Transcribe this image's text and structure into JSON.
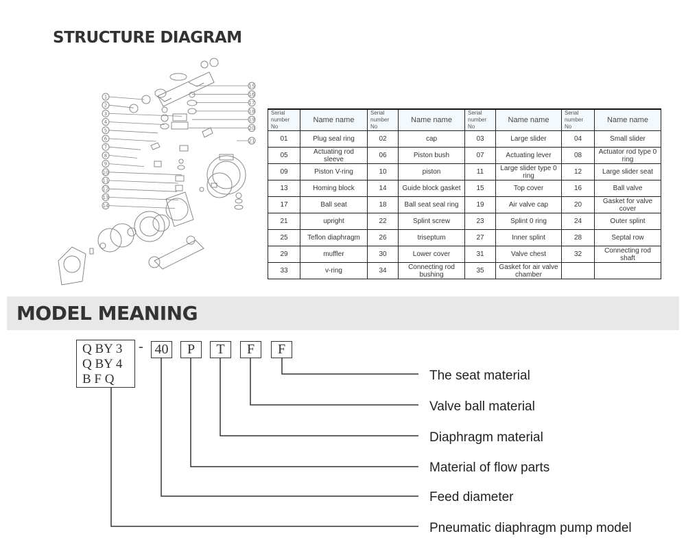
{
  "structure_title": "STRUCTURE DIAGRAM",
  "model_title": "MODEL MEANING",
  "diagram_callouts": [
    "1",
    "2",
    "3",
    "4",
    "5",
    "6",
    "7",
    "8",
    "9",
    "10",
    "11",
    "12",
    "13",
    "14",
    "15",
    "16",
    "17",
    "18",
    "19",
    "20",
    "21"
  ],
  "parts_table": {
    "headers": {
      "serial": "Serial number No",
      "name": "Name name"
    },
    "rows": [
      [
        [
          "01",
          "Plug seal ring"
        ],
        [
          "02",
          "cap"
        ],
        [
          "03",
          "Large slider"
        ],
        [
          "04",
          "Small slider"
        ]
      ],
      [
        [
          "05",
          "Actuating rod sleeve"
        ],
        [
          "06",
          "Piston bush"
        ],
        [
          "07",
          "Actuating lever"
        ],
        [
          "08",
          "Actuator rod type 0 ring"
        ]
      ],
      [
        [
          "09",
          "Piston V-ring"
        ],
        [
          "10",
          "piston"
        ],
        [
          "11",
          "Large slider type 0 ring"
        ],
        [
          "12",
          "Large slider seat"
        ]
      ],
      [
        [
          "13",
          "Homing block"
        ],
        [
          "14",
          "Guide block gasket"
        ],
        [
          "15",
          "Top cover"
        ],
        [
          "16",
          "Ball valve"
        ]
      ],
      [
        [
          "17",
          "Ball seat"
        ],
        [
          "18",
          "Ball seat seal ring"
        ],
        [
          "19",
          "Air valve cap"
        ],
        [
          "20",
          "Gasket for valve cover"
        ]
      ],
      [
        [
          "21",
          "upright"
        ],
        [
          "22",
          "Splint screw"
        ],
        [
          "23",
          "Splint 0 ring"
        ],
        [
          "24",
          "Outer splint"
        ]
      ],
      [
        [
          "25",
          "Teflon diaphragm"
        ],
        [
          "26",
          "triseptum"
        ],
        [
          "27",
          "Inner splint"
        ],
        [
          "28",
          "Septal row"
        ]
      ],
      [
        [
          "29",
          "muffler"
        ],
        [
          "30",
          "Lower cover"
        ],
        [
          "31",
          "Valve chest"
        ],
        [
          "32",
          "Connecting rod shaft"
        ]
      ],
      [
        [
          "33",
          "v-ring"
        ],
        [
          "34",
          "Connecting rod bushing"
        ],
        [
          "35",
          "Gasket for air valve chamber"
        ],
        [
          "",
          ""
        ]
      ]
    ]
  },
  "model": {
    "series_lines": [
      "Q BY 3",
      "Q BY 4",
      "B F Q"
    ],
    "dash": "-",
    "codes": [
      "40",
      "P",
      "T",
      "F",
      "F"
    ],
    "meanings": [
      "The seat material",
      "Valve ball material",
      "Diaphragm material",
      "Material of flow parts",
      "Feed diameter",
      "Pneumatic diaphragm pump model"
    ]
  }
}
